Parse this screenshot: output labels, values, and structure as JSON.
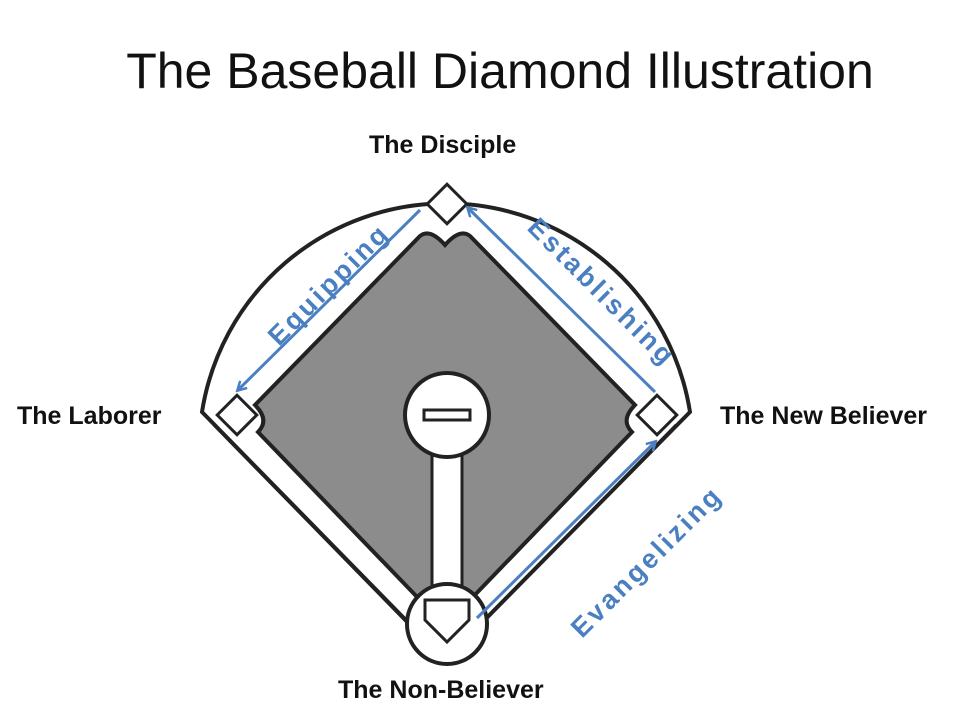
{
  "title": "The Baseball Diamond Illustration",
  "bases": {
    "top": "The Disciple",
    "left": "The Laborer",
    "right": "The New Believer",
    "bottom": "The Non-Believer"
  },
  "paths": {
    "top_left": "Equipping",
    "top_right": "Establishing",
    "bottom_right": "Evangelizing"
  },
  "colors": {
    "arrow": "#4a7fc1",
    "infield": "#8c8c8c",
    "outline": "#222222"
  }
}
